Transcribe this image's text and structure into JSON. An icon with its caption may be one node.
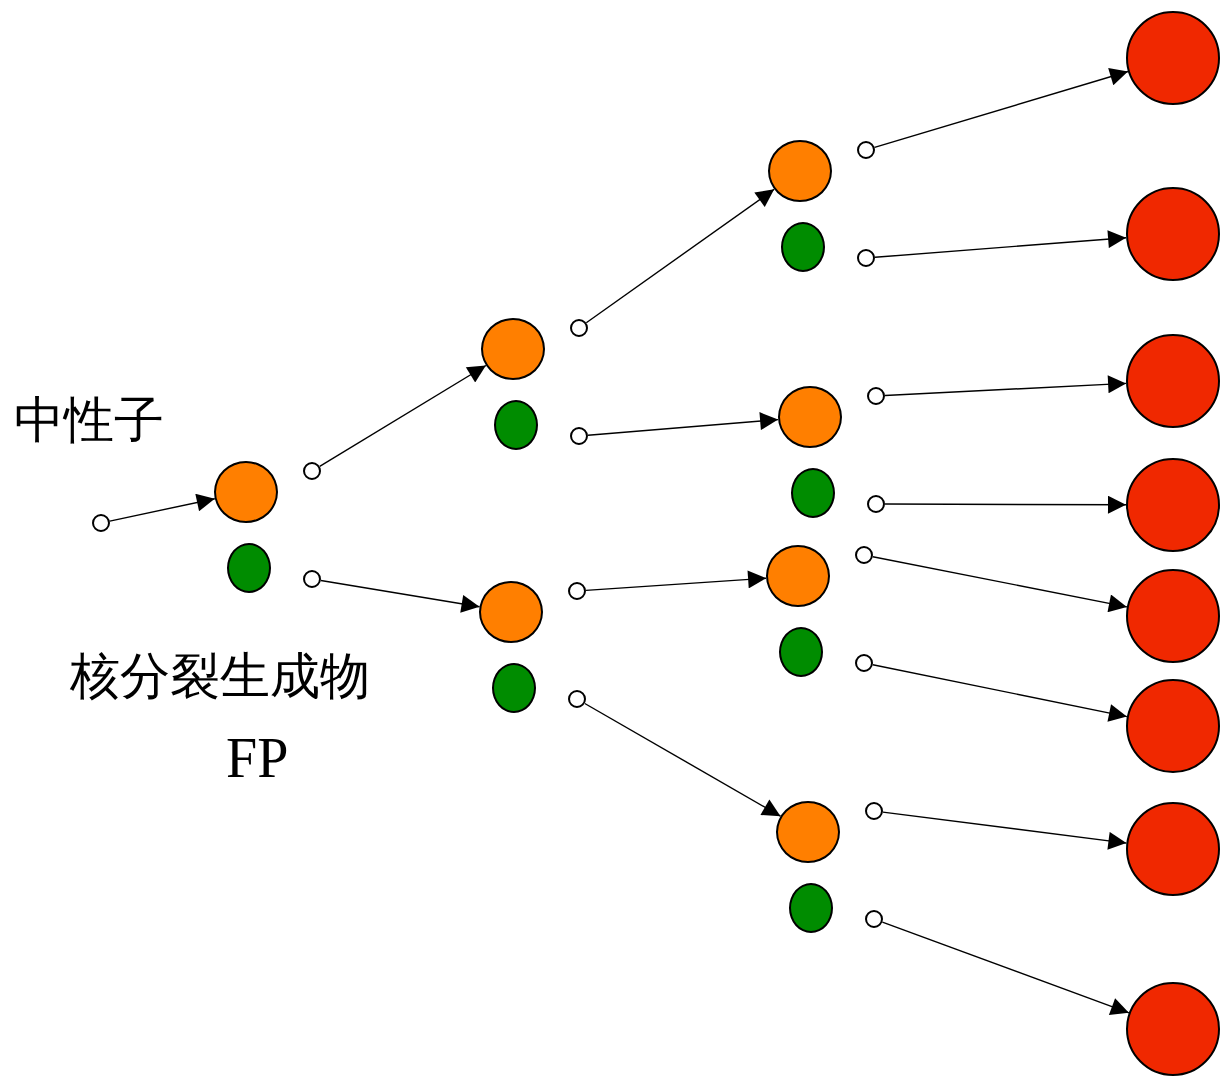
{
  "diagram": {
    "nodes": [
      {
        "text": [],
        "shape": "circle"
      },
      {
        "text": [],
        "shape": "circle"
      },
      {
        "text": [],
        "shape": "circle"
      },
      {
        "text": [],
        "shape": "circle"
      },
      {
        "text": [],
        "shape": "circle"
      },
      {
        "text": [],
        "shape": "circle"
      },
      {
        "text": [],
        "shape": "circle"
      },
      {
        "text": [],
        "shape": "circle"
      },
      {
        "text": [],
        "shape": "circle"
      },
      {
        "text": [],
        "shape": "circle"
      },
      {
        "text": [],
        "shape": "circle"
      },
      {
        "text": [],
        "shape": "circle"
      },
      {
        "text": [],
        "shape": "circle"
      },
      {
        "text": [],
        "shape": "circle"
      },
      {
        "text": [],
        "shape": "circle"
      },
      {
        "text": [],
        "shape": "circle"
      },
      {
        "text": [],
        "shape": "circle"
      },
      {
        "text": [],
        "shape": "circle"
      },
      {
        "text": [],
        "shape": "circle"
      },
      {
        "text": [],
        "shape": "circle"
      },
      {
        "text": [],
        "shape": "circle"
      },
      {
        "text": [],
        "shape": "circle"
      },
      {
        "text": [],
        "shape": "circle"
      },
      {
        "text": [],
        "shape": "circle"
      },
      {
        "text": [],
        "shape": "circle"
      },
      {
        "text": [],
        "shape": "circle"
      },
      {
        "text": [],
        "shape": "circle"
      },
      {
        "text": [],
        "shape": "circle"
      },
      {
        "text": [],
        "shape": "circle"
      },
      {
        "text": [],
        "shape": "circle"
      },
      {
        "text": [],
        "shape": "circle"
      },
      {
        "text": [],
        "shape": "circle"
      },
      {
        "text": [],
        "shape": "circle"
      },
      {
        "text": [],
        "shape": "circle"
      },
      {
        "text": [],
        "shape": "circle"
      },
      {
        "text": [],
        "shape": "circle"
      },
      {
        "text": [],
        "shape": "circle"
      }
    ],
    "edges": [
      {
        "from": 0,
        "to": 1,
        "arrow": "to"
      },
      {
        "from": 3,
        "to": 5,
        "arrow": "to"
      },
      {
        "from": 4,
        "to": 9,
        "arrow": "to"
      },
      {
        "from": 7,
        "to": 13,
        "arrow": "to"
      },
      {
        "from": 8,
        "to": 17,
        "arrow": "to"
      },
      {
        "from": 11,
        "to": 21,
        "arrow": "to"
      },
      {
        "from": 12,
        "to": 25,
        "arrow": "to"
      },
      {
        "from": 15,
        "to": 29,
        "arrow": "to"
      },
      {
        "from": 16,
        "to": 30,
        "arrow": "to"
      },
      {
        "from": 19,
        "to": 31,
        "arrow": "to"
      },
      {
        "from": 20,
        "to": 32,
        "arrow": "to"
      },
      {
        "from": 23,
        "to": 33,
        "arrow": "to"
      },
      {
        "from": 24,
        "to": 34,
        "arrow": "to"
      },
      {
        "from": 27,
        "to": 35,
        "arrow": "to"
      },
      {
        "from": 28,
        "to": 36,
        "arrow": "to"
      }
    ],
    "labels": [
      "中性子",
      "核分裂生成物",
      "FP"
    ]
  }
}
